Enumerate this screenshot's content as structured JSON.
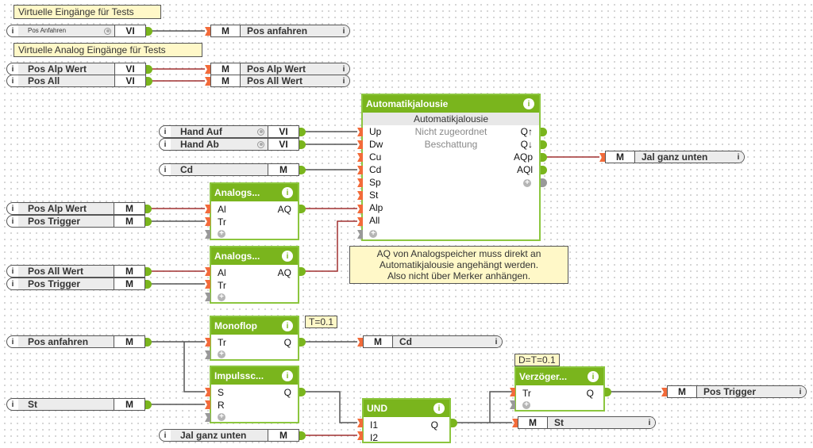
{
  "comments": {
    "virtual_inputs": "Virtuelle Eingänge für Tests",
    "virtual_analog_inputs": "Virtuelle Analog Eingänge für Tests",
    "note_line1": "AQ von Analogspeicher muss direkt an",
    "note_line2": "Automatikjalousie angehängt werden.",
    "note_line3": "Also nicht über Merker anhängen."
  },
  "sources": [
    {
      "label": "Pos Anfahren",
      "type": "VI",
      "radio": true
    },
    {
      "label": "Pos Alp Wert",
      "type": "VI"
    },
    {
      "label": "Pos All",
      "type": "VI"
    },
    {
      "label": "Hand Auf",
      "type": "VI",
      "radio": true
    },
    {
      "label": "Hand Ab",
      "type": "VI",
      "radio": true
    },
    {
      "label": "Cd",
      "type": "M"
    },
    {
      "label": "Pos Alp Wert",
      "type": "M"
    },
    {
      "label": "Pos Trigger",
      "type": "M"
    },
    {
      "label": "Pos All Wert",
      "type": "M"
    },
    {
      "label": "Pos Trigger",
      "type": "M"
    },
    {
      "label": "Pos anfahren",
      "type": "M"
    },
    {
      "label": "St",
      "type": "M"
    },
    {
      "label": "Jal ganz unten",
      "type": "M"
    }
  ],
  "destinations": [
    {
      "type": "M",
      "label": "Pos anfahren"
    },
    {
      "type": "M",
      "label": "Pos Alp Wert"
    },
    {
      "type": "M",
      "label": "Pos All Wert"
    },
    {
      "type": "M",
      "label": "Jal ganz unten"
    },
    {
      "type": "M",
      "label": "Cd"
    },
    {
      "type": "M",
      "label": "Pos Trigger"
    },
    {
      "type": "M",
      "label": "St"
    }
  ],
  "blocks": {
    "automatik": {
      "title": "Automatikjalousie",
      "subtitle": "Automatikjalousie",
      "state1": "Nicht zugeordnet",
      "state2": "Beschattung",
      "inputs": [
        "Up",
        "Dw",
        "Cu",
        "Cd",
        "Sp",
        "St",
        "Alp",
        "All"
      ],
      "outputs": [
        "Q↑",
        "Q↓",
        "AQp",
        "AQl"
      ]
    },
    "analog1": {
      "title": "Analogs...",
      "inputs": [
        "Al",
        "Tr"
      ],
      "outputs": [
        "AQ"
      ]
    },
    "analog2": {
      "title": "Analogs...",
      "inputs": [
        "Al",
        "Tr"
      ],
      "outputs": [
        "AQ"
      ]
    },
    "monoflop": {
      "title": "Monoflop",
      "param": "T=0.1",
      "inputs": [
        "Tr"
      ],
      "outputs": [
        "Q"
      ]
    },
    "impuls": {
      "title": "Impulssc...",
      "inputs": [
        "S",
        "R"
      ],
      "outputs": [
        "Q"
      ]
    },
    "und": {
      "title": "UND",
      "inputs": [
        "I1",
        "I2"
      ],
      "outputs": [
        "Q"
      ]
    },
    "verz": {
      "title": "Verzöger...",
      "param": "D=T=0.1",
      "inputs": [
        "Tr"
      ],
      "outputs": [
        "Q"
      ]
    }
  },
  "icons": {
    "info": "i",
    "plus": "+"
  },
  "colors": {
    "block_header": "#7ab51d",
    "input_port": "#f26b3a",
    "analog_wire": "#a03030",
    "digital_wire": "#555555",
    "comment_bg": "#fff8c8"
  }
}
